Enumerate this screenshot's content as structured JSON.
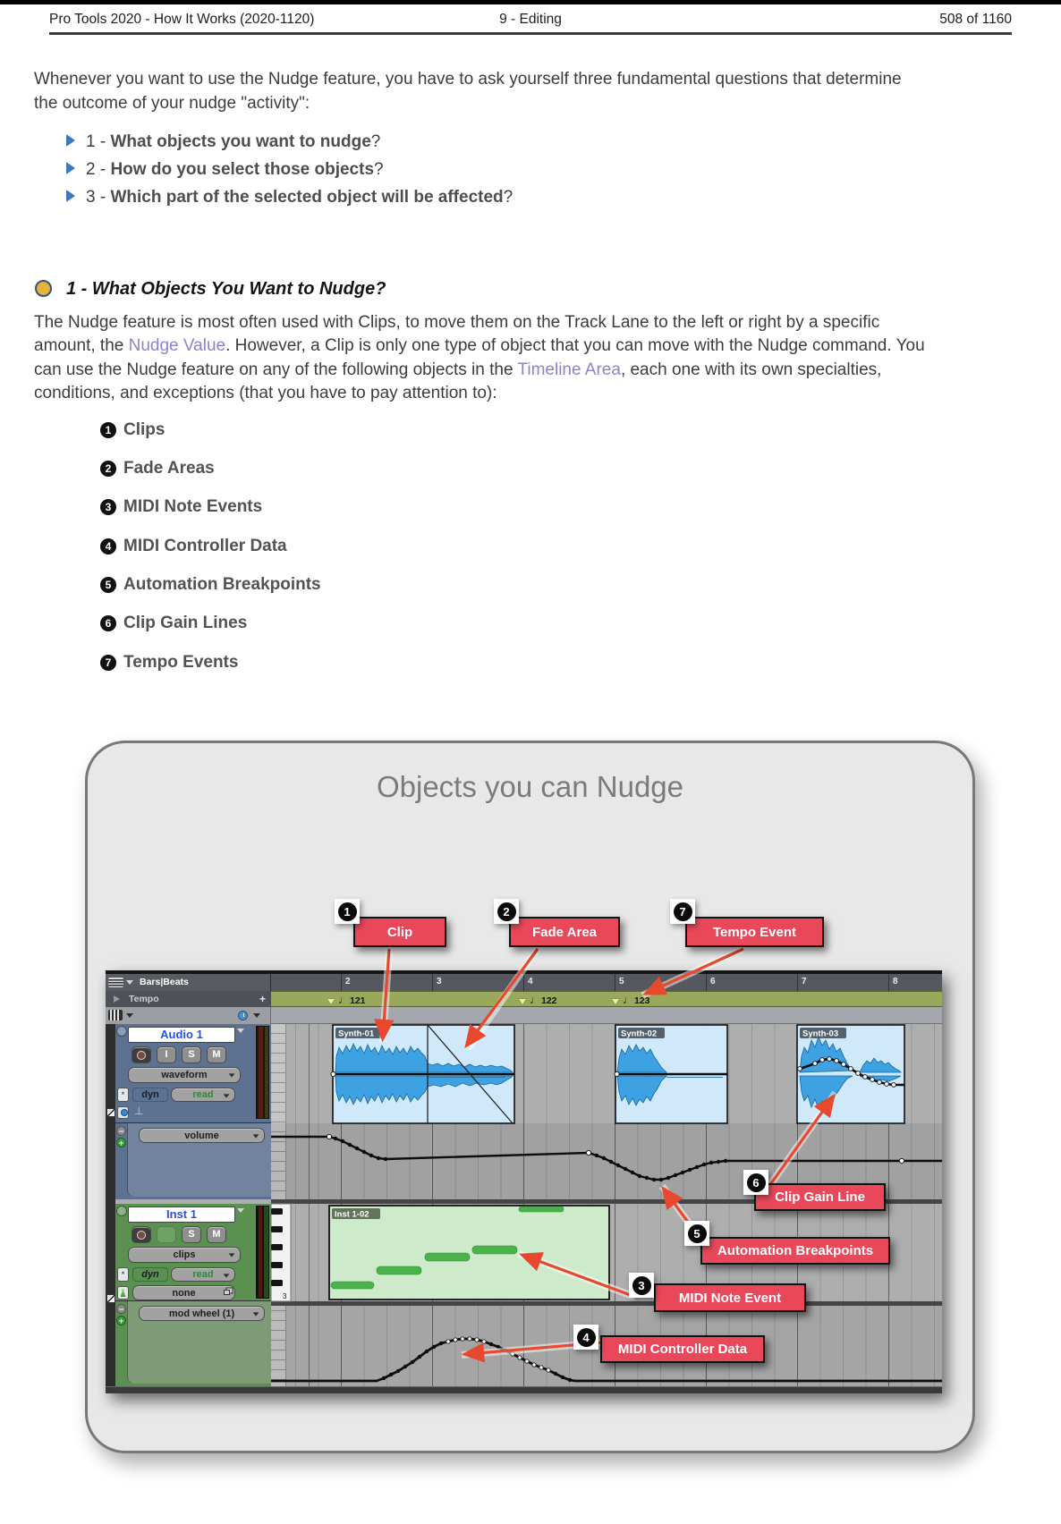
{
  "doc": {
    "header": {
      "left": "Pro Tools 2020 - How It Works (2020-1120)",
      "center": "9 - Editing",
      "right": "508 of  1160"
    },
    "intro": "Whenever you want to use the Nudge feature, you have to ask yourself three fundamental questions that determine the outcome of your nudge \"activity\":",
    "questions": [
      {
        "prefix": "1 - ",
        "bold": "What objects you want to nudge",
        "suffix": "?"
      },
      {
        "prefix": "2 - ",
        "bold": "How do you select those objects",
        "suffix": "?"
      },
      {
        "prefix": "3 - ",
        "bold": "Which part of the selected object will be affected",
        "suffix": "?"
      }
    ],
    "section_title": "1 - What Objects You Want to Nudge?",
    "body": {
      "p1": "The Nudge feature is most often used with Clips, to move them on the Track Lane to the left or right by a specific amount, the ",
      "link1": "Nudge Value",
      "p2": ". However, a Clip is only one type of object that you can move with the Nudge command. You can use the Nudge feature on any of the following objects in the ",
      "link2": "Timeline Area",
      "p3": ", each one with its own specialties, conditions, and exceptions (that you have to pay attention to):"
    },
    "objects": [
      {
        "num": "1",
        "label": "Clips"
      },
      {
        "num": "2",
        "label": "Fade Areas"
      },
      {
        "num": "3",
        "label": "MIDI Note Events"
      },
      {
        "num": "4",
        "label": "MIDI Controller Data"
      },
      {
        "num": "5",
        "label": "Automation Breakpoints"
      },
      {
        "num": "6",
        "label": "Clip Gain Lines"
      },
      {
        "num": "7",
        "label": "Tempo Events"
      }
    ]
  },
  "figure": {
    "title": "Objects you can Nudge",
    "colors": {
      "label_red": "#e8485a",
      "arrow_red": "#e8492e",
      "accent_blue": "#3b7ac1",
      "link_purple": "#8b84c8"
    },
    "callouts": {
      "clip": {
        "num": "1",
        "label": "Clip"
      },
      "fade": {
        "num": "2",
        "label": "Fade Area"
      },
      "tempo": {
        "num": "7",
        "label": "Tempo Event"
      },
      "gain": {
        "num": "6",
        "label": "Clip Gain Line"
      },
      "auto": {
        "num": "5",
        "label": "Automation Breakpoints"
      },
      "note": {
        "num": "3",
        "label": "MIDI Note Event"
      },
      "ctrl": {
        "num": "4",
        "label": "MIDI Controller Data"
      }
    },
    "shot": {
      "ruler_name": "Bars|Beats",
      "bars": [
        "2",
        "3",
        "4",
        "5",
        "6",
        "7",
        "8"
      ],
      "tempo_name": "Tempo",
      "tempo_add": "+",
      "tempo_events": [
        {
          "sym": "♩",
          "bpm": "121"
        },
        {
          "sym": "♩",
          "bpm": "122"
        },
        {
          "sym": "♩",
          "bpm": "123"
        }
      ],
      "audio": {
        "name": "Audio 1",
        "input": "I",
        "solo": "S",
        "mute": "M",
        "view": "waveform",
        "dyn": "dyn",
        "auto": "read",
        "lane": "volume"
      },
      "inst": {
        "name": "Inst 1",
        "solo": "S",
        "mute": "M",
        "view": "clips",
        "dyn": "dyn",
        "auto": "read",
        "insert": "none",
        "lane": "mod wheel (1)",
        "octave": "3"
      },
      "clips": {
        "s1": "Synth-01",
        "s2": "Synth-02",
        "s3": "Synth-03",
        "i1": "Inst 1-02"
      }
    }
  }
}
